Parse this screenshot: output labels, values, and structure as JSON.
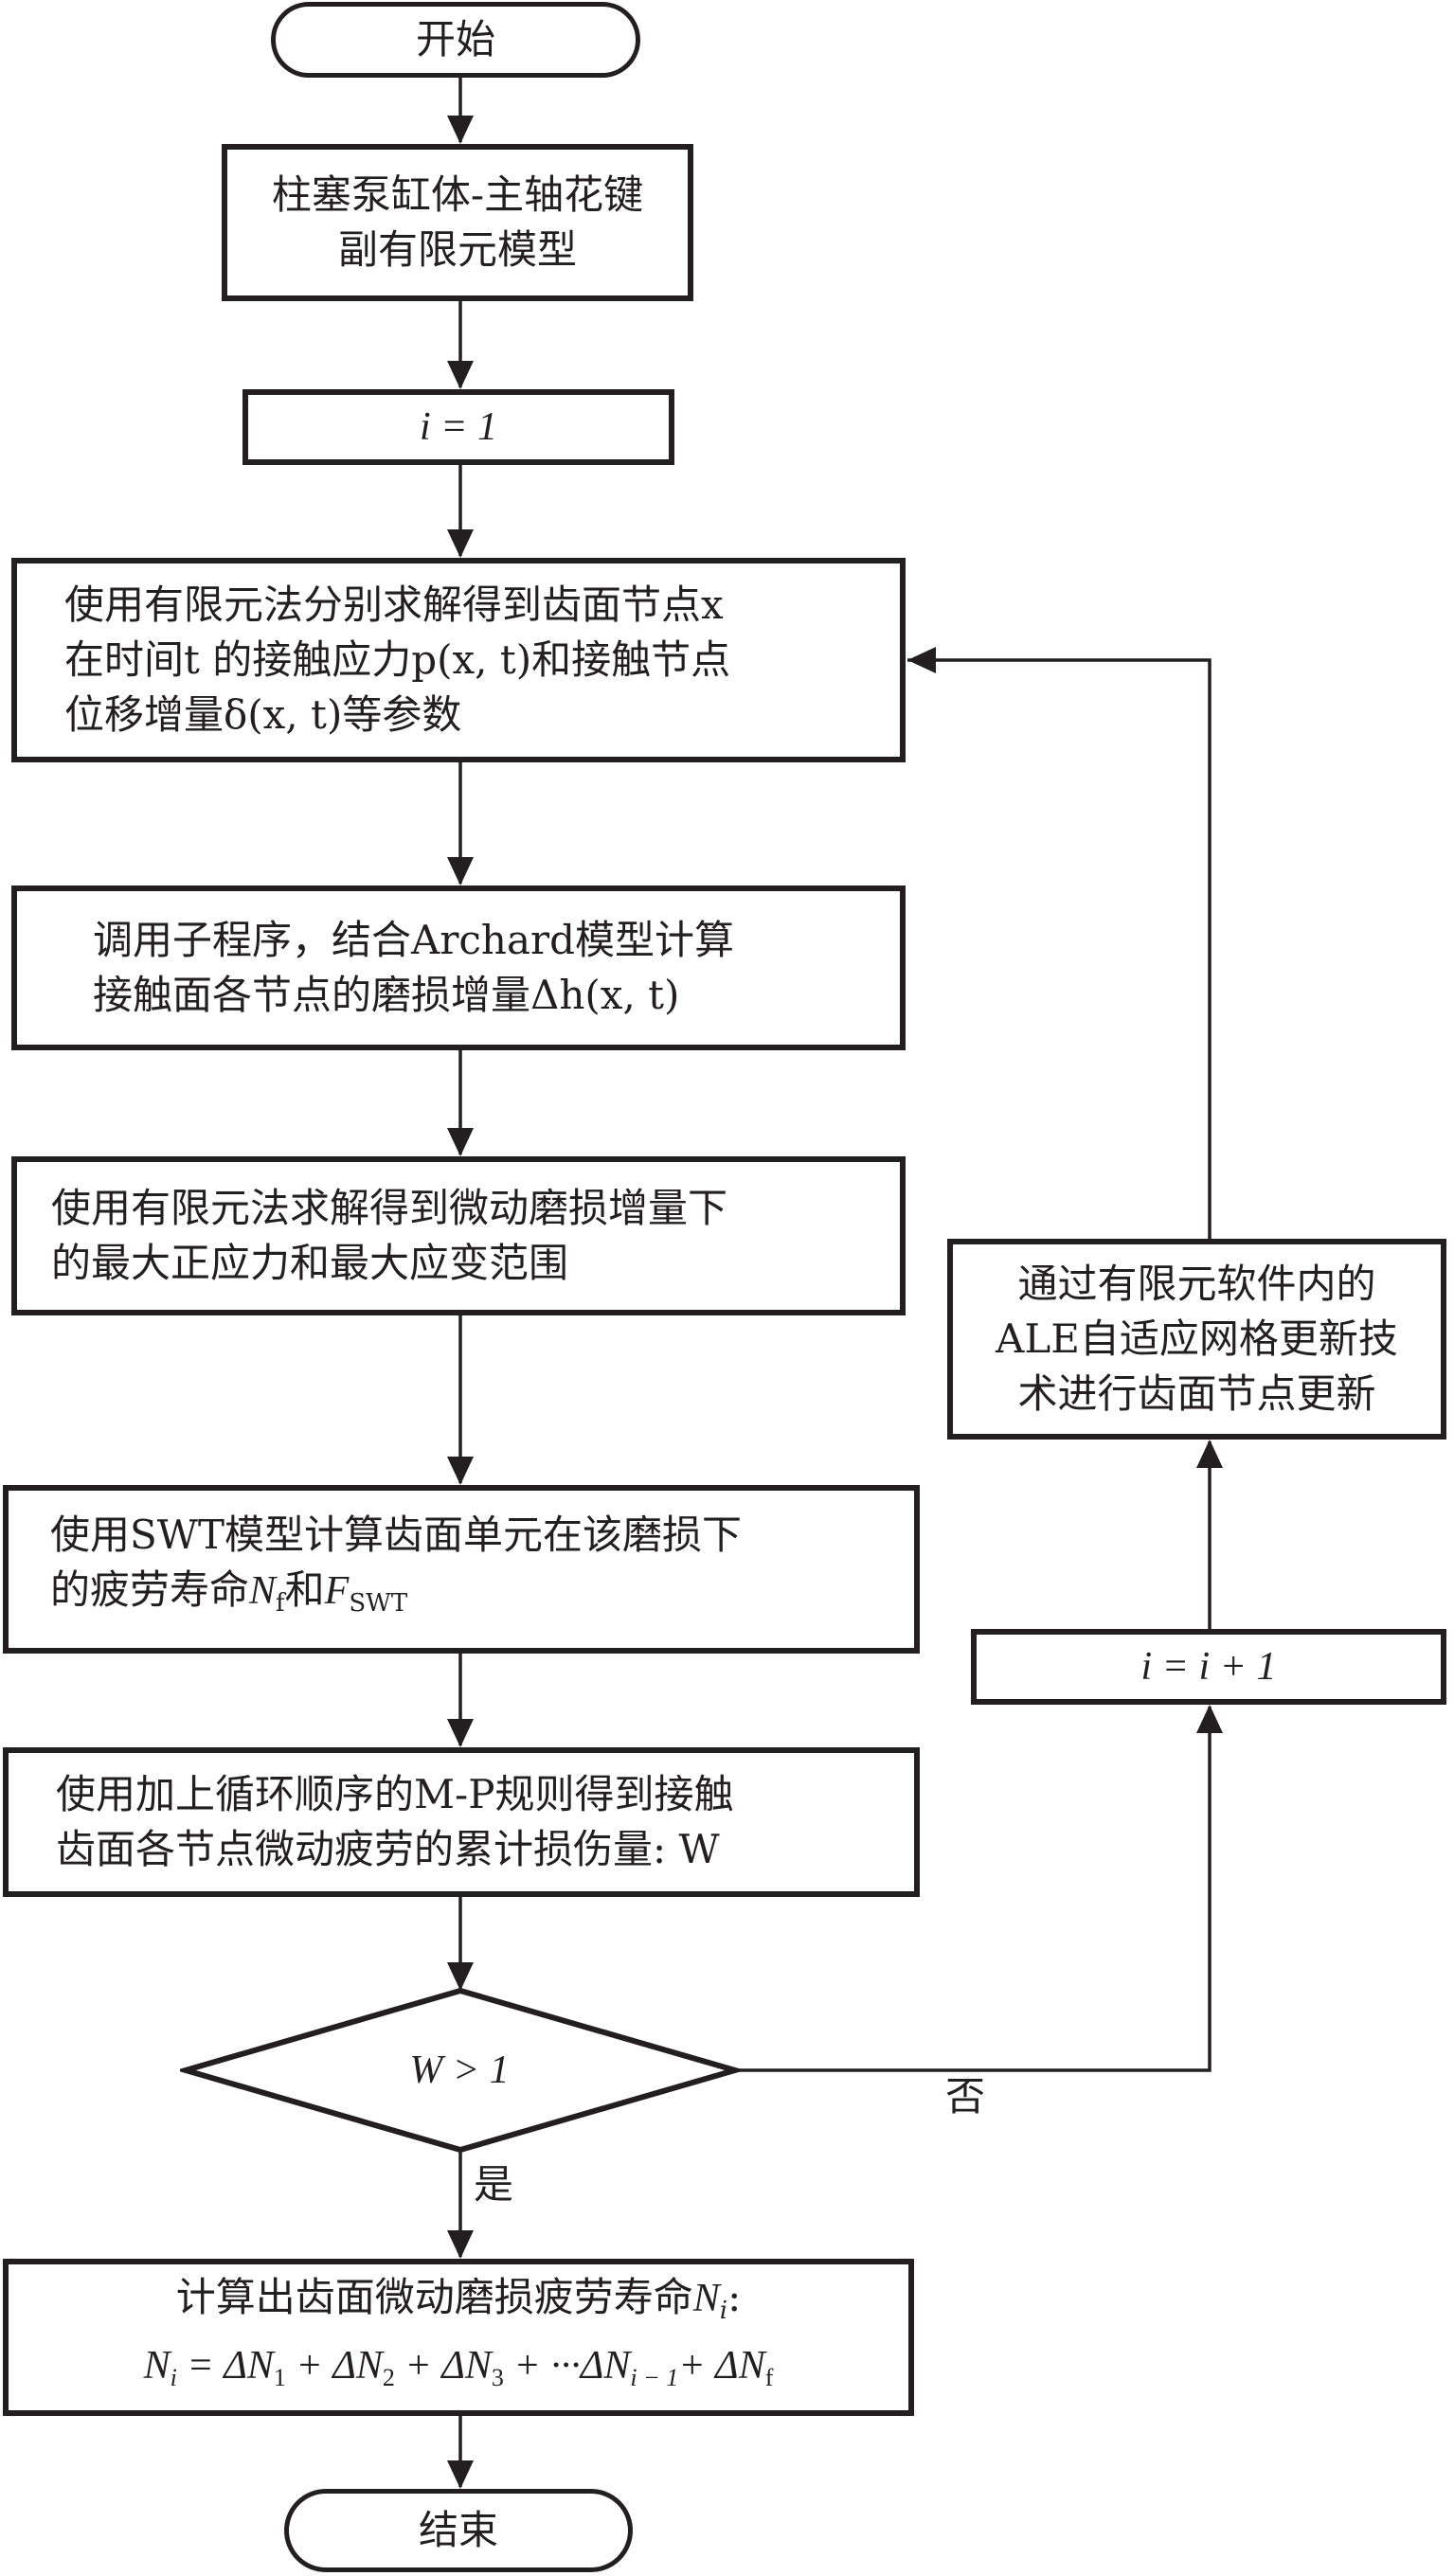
{
  "diagram": {
    "type": "flowchart",
    "nodes": {
      "start": {
        "label": "开始",
        "shape": "terminator"
      },
      "model": {
        "shape": "process",
        "lines": [
          "柱塞泵缸体-主轴花键",
          "副有限元模型"
        ]
      },
      "init": {
        "shape": "process",
        "lines": [
          "i = 1"
        ]
      },
      "fem_solve": {
        "shape": "process",
        "lines": [
          "使用有限元法分别求解得到齿面节点x",
          "在时间t 的接触应力p(x, t)和接触节点",
          "位移增量δ(x, t)等参数"
        ]
      },
      "archard": {
        "shape": "process",
        "lines": [
          "调用子程序，结合Archard模型计算",
          "接触面各节点的磨损增量Δh(x, t)"
        ]
      },
      "fem_stress": {
        "shape": "process",
        "lines": [
          "使用有限元法求解得到微动磨损增量下",
          "的最大正应力和最大应变范围"
        ]
      },
      "swt": {
        "shape": "process",
        "lines": [
          "使用SWT模型计算齿面单元在该磨损下",
          "的疲劳寿命Nf和FSWT"
        ]
      },
      "mp_rule": {
        "shape": "process",
        "lines": [
          "使用加上循环顺序的M-P规则得到接触",
          "齿面各节点微动疲劳的累计损伤量: W"
        ]
      },
      "decision": {
        "shape": "decision",
        "label": "W > 1"
      },
      "result": {
        "shape": "process",
        "lines": [
          "计算出齿面微动磨损疲劳寿命Ni:",
          "Ni = ΔN1 + ΔN2 + ΔN3 + ···ΔNi − 1+ ΔNf"
        ]
      },
      "end": {
        "label": "结束",
        "shape": "terminator"
      },
      "ale_update": {
        "shape": "process",
        "lines": [
          "通过有限元软件内的",
          "ALE自适应网格更新技",
          "术进行齿面节点更新"
        ]
      },
      "increment": {
        "shape": "process",
        "lines": [
          "i = i + 1"
        ]
      }
    },
    "edges": [
      {
        "from": "start",
        "to": "model"
      },
      {
        "from": "model",
        "to": "init"
      },
      {
        "from": "init",
        "to": "fem_solve"
      },
      {
        "from": "fem_solve",
        "to": "archard"
      },
      {
        "from": "archard",
        "to": "fem_stress"
      },
      {
        "from": "fem_stress",
        "to": "swt"
      },
      {
        "from": "swt",
        "to": "mp_rule"
      },
      {
        "from": "mp_rule",
        "to": "decision"
      },
      {
        "from": "decision",
        "to": "result",
        "label": "是"
      },
      {
        "from": "decision",
        "to": "increment",
        "label": "否"
      },
      {
        "from": "increment",
        "to": "ale_update"
      },
      {
        "from": "ale_update",
        "to": "fem_solve"
      },
      {
        "from": "result",
        "to": "end"
      }
    ],
    "edge_labels": {
      "yes": "是",
      "no": "否"
    },
    "colors": {
      "stroke": "#231f20",
      "background": "#ffffff"
    }
  }
}
